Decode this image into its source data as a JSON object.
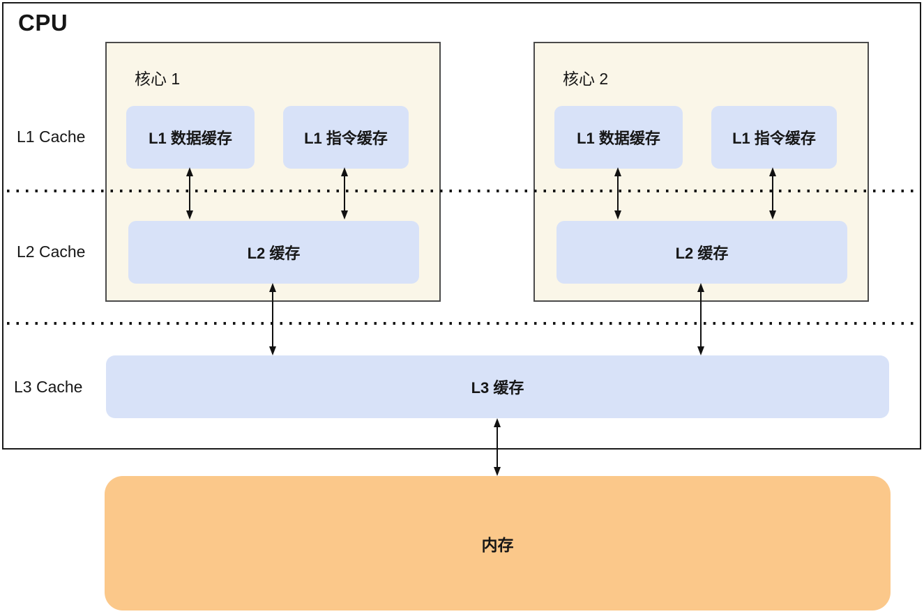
{
  "diagram_title": "CPU",
  "cache_level_labels": [
    {
      "label": "L1 Cache"
    },
    {
      "label": "L2 Cache"
    },
    {
      "label": "L3 Cache"
    }
  ],
  "cores": [
    {
      "name": "核心 1",
      "l1_data": "L1 数据缓存",
      "l1_instruction": "L1 指令缓存",
      "l2": "L2 缓存"
    },
    {
      "name": "核心 2",
      "l1_data": "L1 数据缓存",
      "l1_instruction": "L1 指令缓存",
      "l2": "L2 缓存"
    }
  ],
  "l3_cache_label": "L3 缓存",
  "memory_label": "内存",
  "colors": {
    "core_background": "#FAF6E8",
    "cache_box_fill": "#D8E2F8",
    "memory_fill": "#FBC88A",
    "cpu_outline": "#1A1A1A",
    "core_border": "#4A4A4A",
    "text": "#161616"
  }
}
